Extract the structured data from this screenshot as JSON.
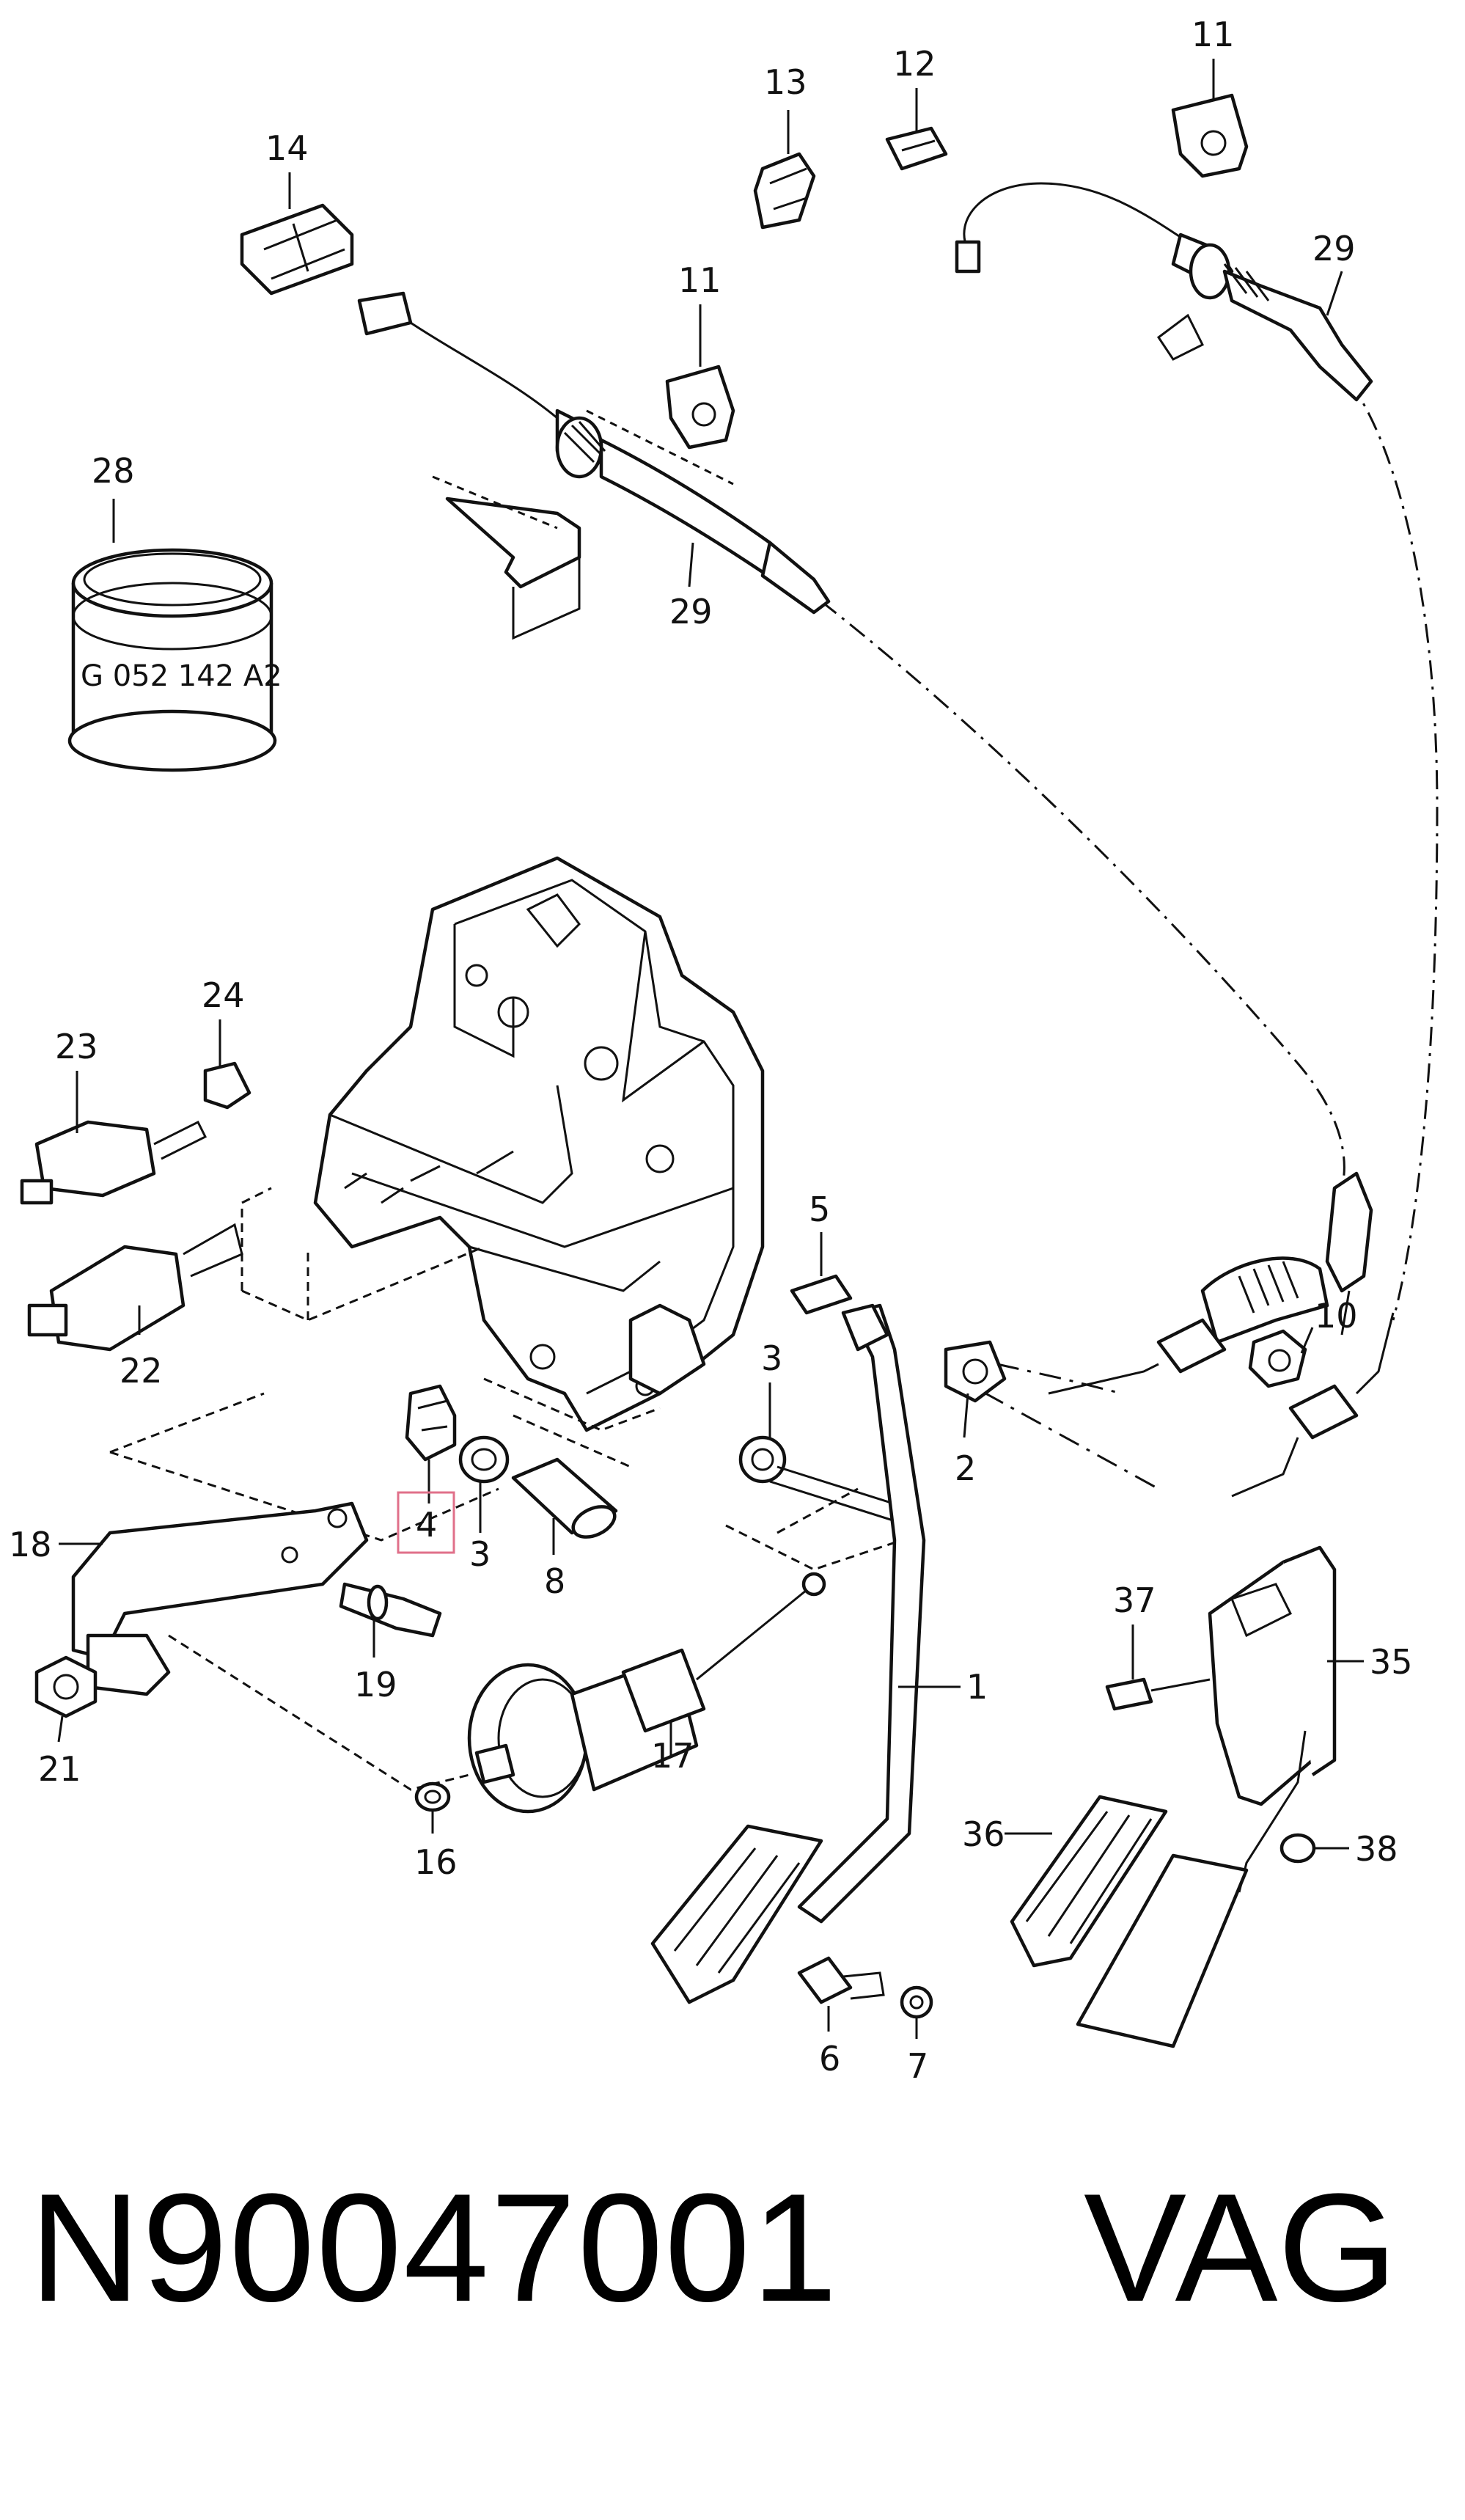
{
  "diagram": {
    "callouts": [
      "14",
      "13",
      "12",
      "11",
      "11",
      "29",
      "29",
      "28",
      "24",
      "23",
      "22",
      "5",
      "3",
      "3",
      "4",
      "3",
      "8",
      "2",
      "10",
      "18",
      "19",
      "21",
      "16",
      "17",
      "1",
      "37",
      "35",
      "36",
      "38",
      "6",
      "7"
    ],
    "ring_text": "G 052 142 A2",
    "highlighted_callout": "4",
    "highlight_color": "#e0708a"
  },
  "footer": {
    "part_number": "N90047001",
    "brand": "VAG"
  }
}
